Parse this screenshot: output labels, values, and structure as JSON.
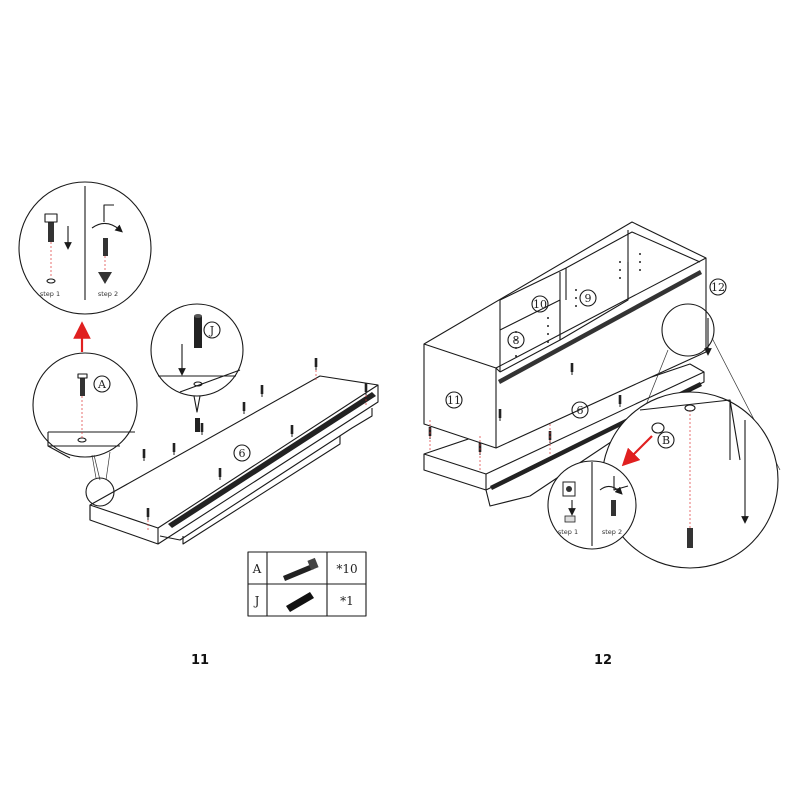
{
  "steps": [
    {
      "number": "11"
    },
    {
      "number": "12"
    }
  ],
  "step11": {
    "panel_label": "6",
    "detail_top": {
      "step1_caption": "step 1",
      "step2_caption": "step 2"
    },
    "callout_a": "A",
    "callout_j": "J"
  },
  "step12": {
    "panel_labels": [
      "11",
      "10",
      "9",
      "8",
      "6",
      "12"
    ],
    "callout_b": "B",
    "detail": {
      "step1_caption": "step 1",
      "step2_caption": "step 2"
    }
  },
  "parts_table": {
    "rows": [
      {
        "letter": "A",
        "qty": "*10",
        "icon": "cam-bolt-icon"
      },
      {
        "letter": "J",
        "qty": "*1",
        "icon": "wooden-dowel-icon"
      }
    ]
  },
  "colors": {
    "arrow_red": "#e02020",
    "line": "#1a1a1a"
  }
}
